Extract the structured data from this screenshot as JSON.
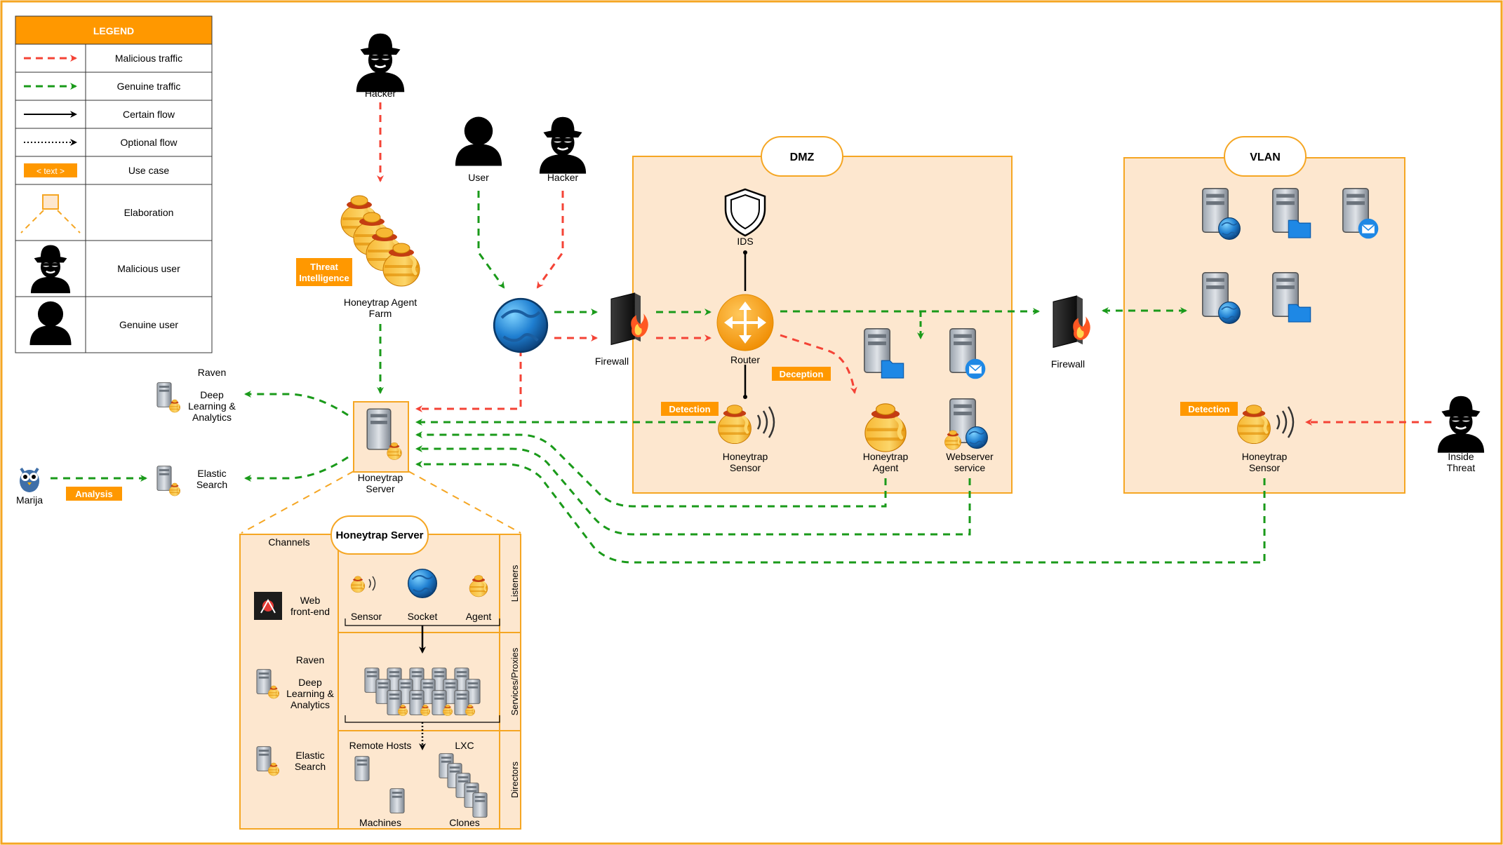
{
  "legend": {
    "title": "LEGEND",
    "rows": [
      {
        "label": "Malicious traffic"
      },
      {
        "label": "Genuine traffic"
      },
      {
        "label": "Certain flow"
      },
      {
        "label": "Optional flow"
      },
      {
        "label": "Use case",
        "sample": "< text >"
      },
      {
        "label": "Elaboration"
      },
      {
        "label": "Malicious user"
      },
      {
        "label": "Genuine user"
      }
    ]
  },
  "colors": {
    "malicious": "#f44336",
    "genuine": "#1a9a1a",
    "orange": "#ff9800",
    "zone_fill": "#fde7cf",
    "zone_border": "#f5a623",
    "frame": "#f5a623"
  },
  "nodes": {
    "hacker_top": "Hacker",
    "user": "User",
    "hacker_mid": "Hacker",
    "agent_farm_line1": "Honeytrap Agent",
    "agent_farm_line2": "Farm",
    "honeytrap_server_line1": "Honeytrap",
    "honeytrap_server_line2": "Server",
    "raven": "Raven",
    "deep_learning_line1": "Deep",
    "deep_learning_line2": "Learning &",
    "deep_learning_line3": "Analytics",
    "elastic_line1": "Elastic",
    "elastic_line2": "Search",
    "marija": "Marija",
    "firewall_left": "Firewall",
    "router": "Router",
    "ids": "IDS",
    "dmz_sensor_line1": "Honeytrap",
    "dmz_sensor_line2": "Sensor",
    "dmz_agent_line1": "Honeytrap",
    "dmz_agent_line2": "Agent",
    "webserver_line1": "Webserver",
    "webserver_line2": "service",
    "firewall_right": "Firewall",
    "vlan_sensor_line1": "Honeytrap",
    "vlan_sensor_line2": "Sensor",
    "inside_threat_line1": "Inside",
    "inside_threat_line2": "Threat"
  },
  "zones": {
    "dmz": "DMZ",
    "vlan": "VLAN"
  },
  "tags": {
    "threat_intel_line1": "Threat",
    "threat_intel_line2": "Intelligence",
    "analysis": "Analysis",
    "detection_dmz": "Detection",
    "deception": "Deception",
    "detection_vlan": "Detection"
  },
  "server_detail": {
    "title": "Honeytrap Server",
    "channels": "Channels",
    "web_line1": "Web",
    "web_line2": "front-end",
    "raven": "Raven",
    "deep_line1": "Deep",
    "deep_line2": "Learning &",
    "deep_line3": "Analytics",
    "elastic_line1": "Elastic",
    "elastic_line2": "Search",
    "listeners": "Listeners",
    "services": "Services/Proxies",
    "directors": "Directors",
    "sensor": "Sensor",
    "socket": "Socket",
    "agent": "Agent",
    "remote_hosts": "Remote Hosts",
    "lxc": "LXC",
    "machines": "Machines",
    "clones": "Clones"
  }
}
